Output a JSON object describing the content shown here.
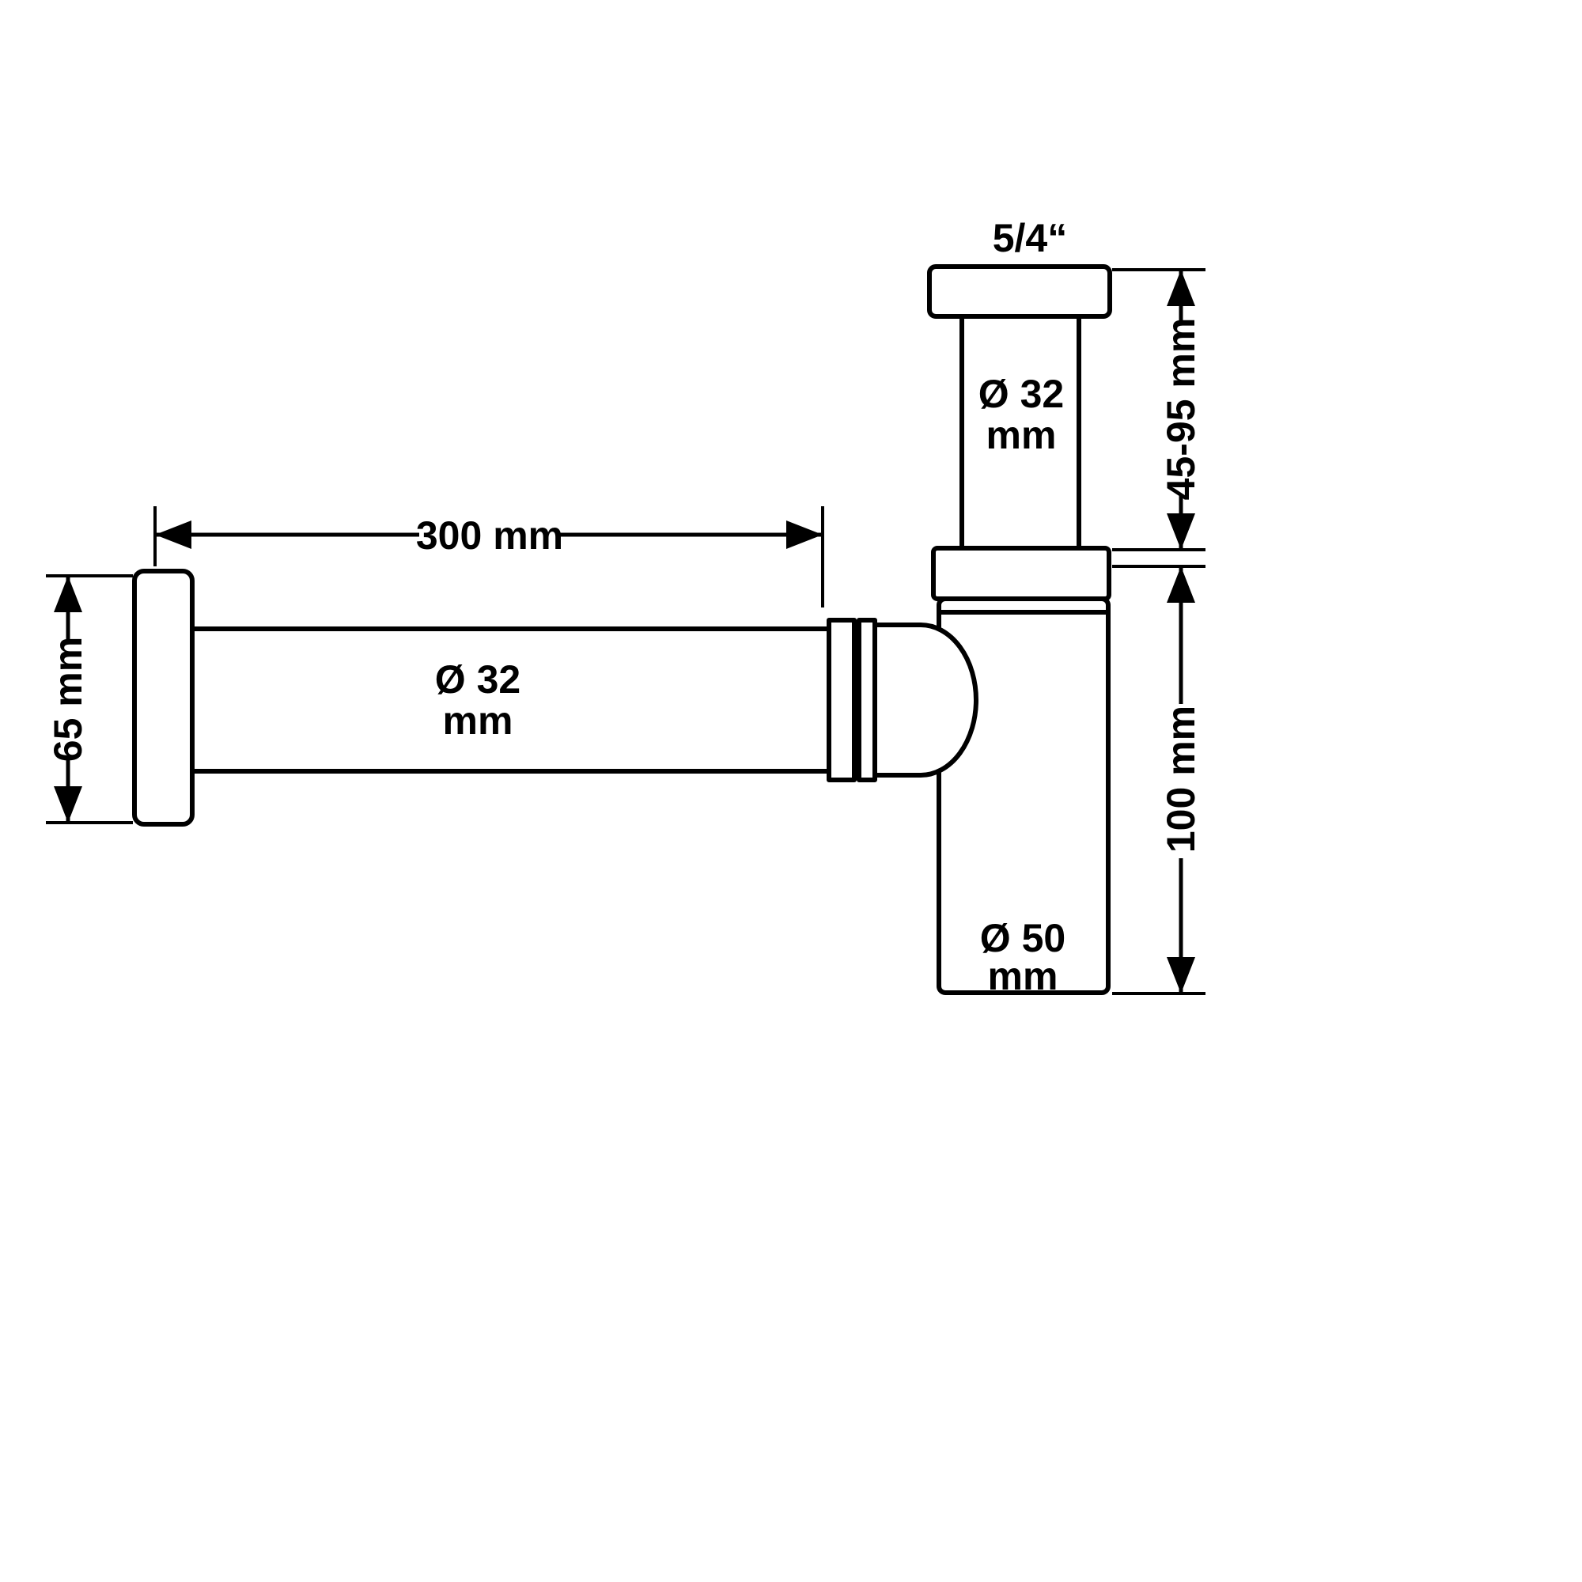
{
  "labels": {
    "thread_size": "5/4“",
    "inlet_pipe_diameter": {
      "line1": "Ø 32",
      "line2": "mm"
    },
    "outlet_pipe_diameter": {
      "line1": "Ø 32",
      "line2": "mm"
    },
    "body_diameter": {
      "line1": "Ø 50",
      "line2": "mm"
    },
    "dim_pipe_length": "300 mm",
    "dim_rosette_height": "65 mm",
    "dim_inlet_height": "45-95 mm",
    "dim_body_height": "100 mm"
  },
  "colors": {
    "line": "#000000",
    "background": "#ffffff"
  }
}
